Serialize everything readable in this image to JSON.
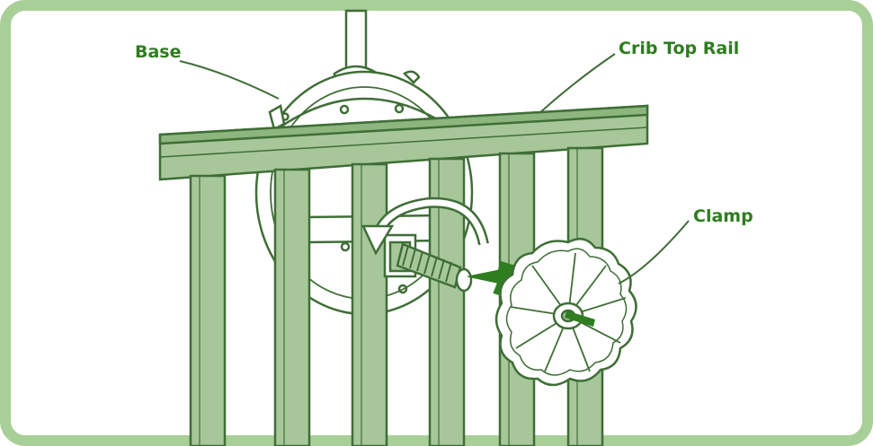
{
  "labels": {
    "base": "Base",
    "crib_top_rail": "Crib Top Rail",
    "clamp": "Clamp"
  },
  "colors": {
    "frame": "#a9cf98",
    "wood_fill": "#a7c79a",
    "wood_dark": "#4f7b46",
    "line": "#3f6e37",
    "label": "#2e7d1f",
    "arrow": "#2e7d1f",
    "background": "#ffffff"
  }
}
